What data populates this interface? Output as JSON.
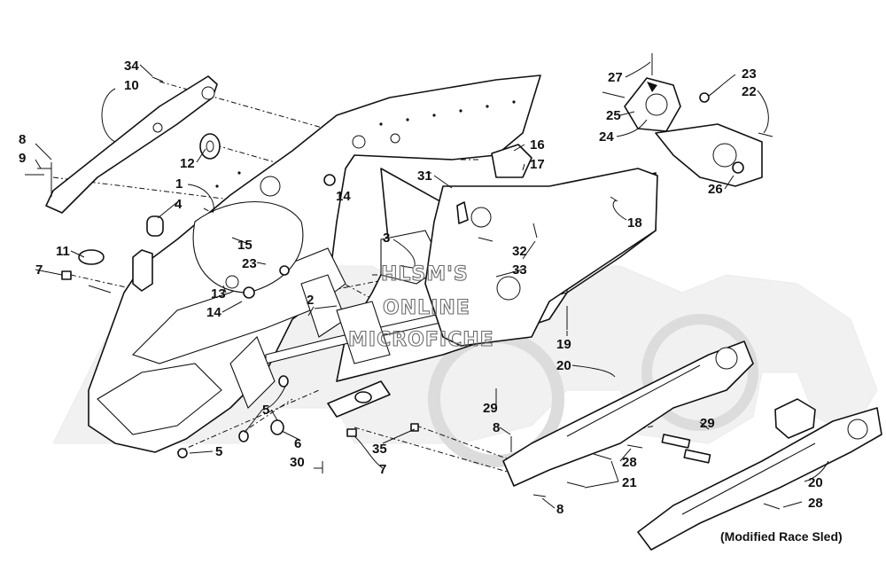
{
  "watermark": {
    "line1": "HLSM'S",
    "line2": "ONLINE",
    "line3": "MICROFICHE"
  },
  "note": "(Modified Race Sled)",
  "callouts": [
    {
      "id": "c34",
      "label": "34"
    },
    {
      "id": "c10",
      "label": "10"
    },
    {
      "id": "c8a",
      "label": "8"
    },
    {
      "id": "c9",
      "label": "9"
    },
    {
      "id": "c12",
      "label": "12"
    },
    {
      "id": "c1",
      "label": "1"
    },
    {
      "id": "c4",
      "label": "4"
    },
    {
      "id": "c11",
      "label": "11"
    },
    {
      "id": "c7a",
      "label": "7"
    },
    {
      "id": "c15",
      "label": "15"
    },
    {
      "id": "c23a",
      "label": "23"
    },
    {
      "id": "c13",
      "label": "13"
    },
    {
      "id": "c14a",
      "label": "14"
    },
    {
      "id": "c14b",
      "label": "14"
    },
    {
      "id": "c2",
      "label": "2"
    },
    {
      "id": "c3",
      "label": "3"
    },
    {
      "id": "c32",
      "label": "32"
    },
    {
      "id": "c33",
      "label": "33"
    },
    {
      "id": "c31",
      "label": "31"
    },
    {
      "id": "c16",
      "label": "16"
    },
    {
      "id": "c17",
      "label": "17"
    },
    {
      "id": "c18",
      "label": "18"
    },
    {
      "id": "c27",
      "label": "27"
    },
    {
      "id": "c25",
      "label": "25"
    },
    {
      "id": "c24",
      "label": "24"
    },
    {
      "id": "c23b",
      "label": "23"
    },
    {
      "id": "c22",
      "label": "22"
    },
    {
      "id": "c26",
      "label": "26"
    },
    {
      "id": "c19",
      "label": "19"
    },
    {
      "id": "c20a",
      "label": "20"
    },
    {
      "id": "c29a",
      "label": "29"
    },
    {
      "id": "c29b",
      "label": "29"
    },
    {
      "id": "c8b",
      "label": "8"
    },
    {
      "id": "c28a",
      "label": "28"
    },
    {
      "id": "c21",
      "label": "21"
    },
    {
      "id": "c8c",
      "label": "8"
    },
    {
      "id": "c20b",
      "label": "20"
    },
    {
      "id": "c28b",
      "label": "28"
    },
    {
      "id": "c5a",
      "label": "5"
    },
    {
      "id": "c5b",
      "label": "5"
    },
    {
      "id": "c6",
      "label": "6"
    },
    {
      "id": "c30",
      "label": "30"
    },
    {
      "id": "c35",
      "label": "35"
    },
    {
      "id": "c7b",
      "label": "7"
    }
  ]
}
